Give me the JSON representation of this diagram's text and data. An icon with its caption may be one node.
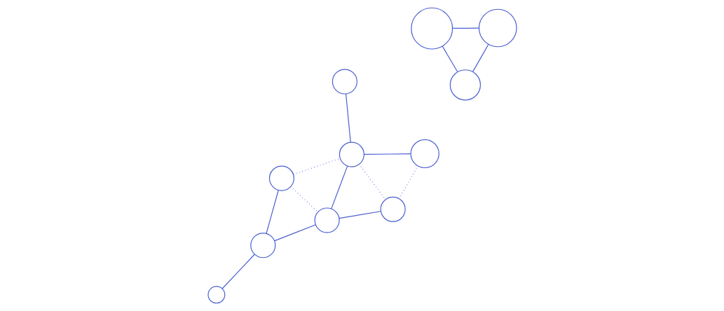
{
  "diagram": {
    "nodes": [
      {
        "text": [],
        "shape": "circle"
      },
      {
        "text": [],
        "shape": "circle"
      },
      {
        "text": [],
        "shape": "circle"
      },
      {
        "text": [],
        "shape": "circle"
      },
      {
        "text": [],
        "shape": "circle"
      },
      {
        "text": [],
        "shape": "circle"
      },
      {
        "text": [],
        "shape": "circle"
      },
      {
        "text": [],
        "shape": "circle"
      },
      {
        "text": [],
        "shape": "circle"
      },
      {
        "text": [],
        "shape": "circle"
      },
      {
        "text": [],
        "shape": "circle"
      }
    ],
    "edges": [
      {
        "from": 0,
        "to": 1,
        "arrow": "none"
      },
      {
        "from": 0,
        "to": 2,
        "arrow": "none"
      },
      {
        "from": 1,
        "to": 2,
        "arrow": "none"
      },
      {
        "from": 3,
        "to": 5,
        "arrow": "none"
      },
      {
        "from": 5,
        "to": 9,
        "arrow": "none"
      },
      {
        "from": 5,
        "to": 7,
        "arrow": "none"
      },
      {
        "from": 7,
        "to": 6,
        "arrow": "none"
      },
      {
        "from": 6,
        "to": 4,
        "arrow": "none"
      },
      {
        "from": 6,
        "to": 8,
        "arrow": "none"
      },
      {
        "from": 7,
        "to": 10,
        "arrow": "none"
      },
      {
        "from": 3,
        "to": 7,
        "arrow": "none",
        "style": "dashed"
      },
      {
        "from": 3,
        "to": 6,
        "arrow": "none",
        "style": "dashed"
      },
      {
        "from": 6,
        "to": 10,
        "arrow": "none",
        "style": "dashed"
      },
      {
        "from": 10,
        "to": 8,
        "arrow": "none",
        "style": "dashed"
      }
    ]
  }
}
